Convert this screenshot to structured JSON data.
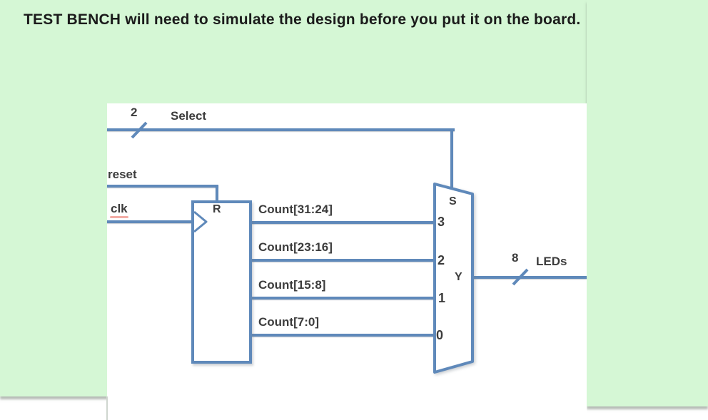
{
  "slide": {
    "title": "TEST BENCH will need to simulate the design before you put it on the board."
  },
  "colors": {
    "panel_green": "#d5f7d5",
    "wire_blue": "#5f89ba",
    "label_gray": "#3c3c3c",
    "title_black": "#1b1b1b",
    "misspell_red": "#f0978f",
    "shadow_gray": "#b5bcb5",
    "canvas_white": "#ffffff"
  },
  "diagram": {
    "select_bus": {
      "width_label": "2",
      "name": "Select"
    },
    "reset": {
      "name": "reset"
    },
    "clk": {
      "name": "clk"
    },
    "register": {
      "reset_port": "R"
    },
    "count_buses": [
      "Count[31:24]",
      "Count[23:16]",
      "Count[15:8]",
      "Count[7:0]"
    ],
    "mux": {
      "select_port": "S",
      "input_ports": [
        "3",
        "2",
        "1",
        "0"
      ],
      "output_port": "Y"
    },
    "output_bus": {
      "width_label": "8",
      "name": "LEDs"
    }
  }
}
